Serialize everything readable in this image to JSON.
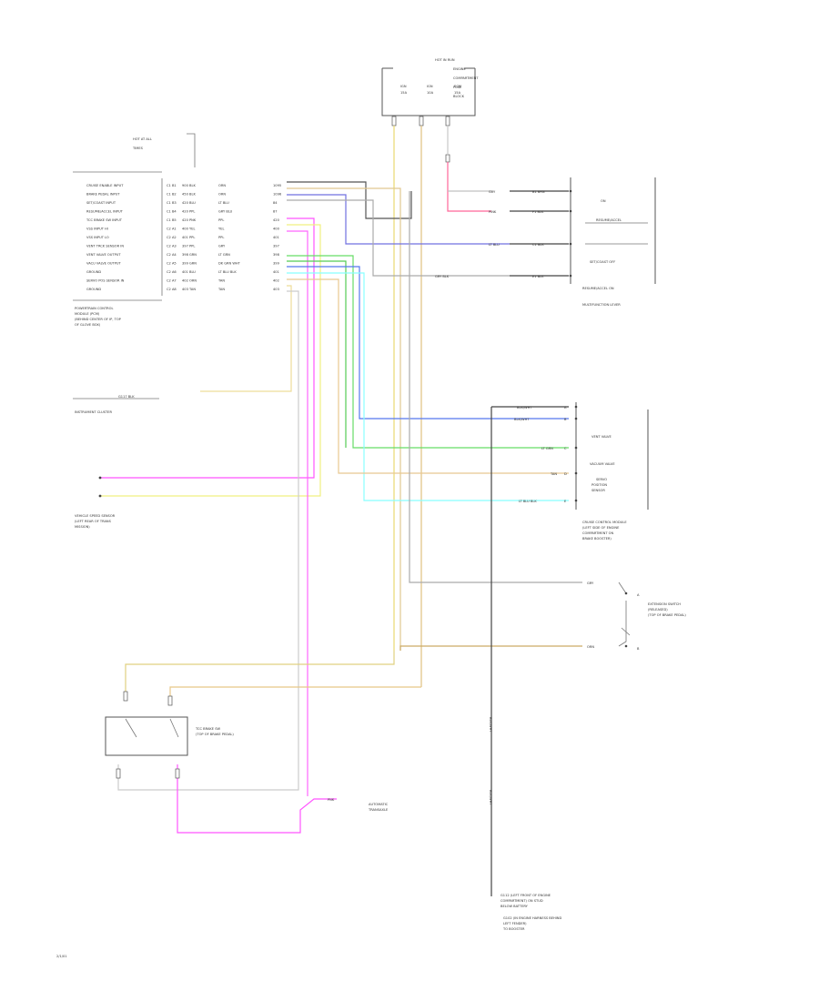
{
  "hot_in_run_box": {
    "heading": "HOT IN RUN",
    "lines": [
      "ENGINE",
      "COMPARTMENT",
      "FUSE",
      "BLOCK"
    ],
    "fuses": [
      {
        "label": "IGN",
        "rating": "15A"
      },
      {
        "label": "IGN",
        "rating": "10A"
      },
      {
        "label": "ECM",
        "rating": "15A"
      }
    ]
  },
  "hot_at_all_times": {
    "line1": "HOT AT ALL",
    "line2": "TIMES"
  },
  "pcm": {
    "pins": [
      {
        "name": "CRUISE ENABLE INPUT",
        "pin": "C1 B1",
        "code": "900 BLK",
        "wire": "ORN",
        "circuit": "1095"
      },
      {
        "name": "BRAKE PEDAL INPUT",
        "pin": "C1 B2",
        "code": "450 BLK",
        "wire": "ORN",
        "circuit": "1096"
      },
      {
        "name": "SET/COAST INPUT",
        "pin": "C1 B3",
        "code": "420 BLU",
        "wire": "LT BLU",
        "circuit": "84"
      },
      {
        "name": "RESUME/ACCEL INPUT",
        "pin": "C1 B4",
        "code": "420 PPL",
        "wire": "GRY BLU",
        "circuit": "87"
      },
      {
        "name": "TCC BRAKE SW INPUT",
        "pin": "C1 B5",
        "code": "420 PNK",
        "wire": "PPL",
        "circuit": "420"
      },
      {
        "name": "VSS INPUT HI",
        "pin": "C2 A1",
        "code": "400 YEL",
        "wire": "YEL",
        "circuit": "400"
      },
      {
        "name": "VSS INPUT LO",
        "pin": "C2 A2",
        "code": "401 PPL",
        "wire": "PPL",
        "circuit": "401"
      },
      {
        "name": "VENT TRCK SENSOR IN",
        "pin": "C2 A3",
        "code": "397 PPL",
        "wire": "GRY",
        "circuit": "397"
      },
      {
        "name": "VENT VALVE OUTPUT",
        "pin": "C2 A4",
        "code": "398 GRN",
        "wire": "LT GRN",
        "circuit": "398"
      },
      {
        "name": "VACU VALVE OUTPUT",
        "pin": "C2 A5",
        "code": "399 GRN",
        "wire": "DK GRN WHT",
        "circuit": "399"
      },
      {
        "name": "GROUND",
        "pin": "C2 A6",
        "code": "401 BLU",
        "wire": "LT BLU BLK",
        "circuit": "401"
      },
      {
        "name": "SERVO POS SENSOR IN",
        "pin": "C2 A7",
        "code": "402 ORN",
        "wire": "TAN",
        "circuit": "402"
      },
      {
        "name": "GROUND",
        "pin": "C2 A8",
        "code": "403 TAN",
        "wire": "TAN",
        "circuit": "403"
      }
    ],
    "caption": [
      "POWERTRAIN CONTROL",
      "MODULE (PCM)",
      "(BEHIND CENTER OF IP, TOP",
      "OF GLOVE BOX)"
    ]
  },
  "cruise_switch": {
    "wires": [
      {
        "color": "GRY",
        "term": "B1 BRN"
      },
      {
        "color": "PINK",
        "term": "F1 BLK"
      },
      {
        "color": "LT BLU",
        "term": "C1 BLK"
      },
      {
        "color": "GRY BLK",
        "term": "E1 BLK"
      }
    ],
    "labels": [
      "ON",
      "RESUME/ACCEL",
      "SET/COAST OFF"
    ],
    "caption1": "RESUME/ACCEL ON",
    "caption2": "MULTIFUNCTION LEVER"
  },
  "ground": {
    "label": "G117 BLK",
    "caption": "INSTRUMENT CLUSTER"
  },
  "vss": {
    "caption": [
      "VEHICLE SPEED SENSOR",
      "(LEFT REAR OF TRANS",
      "MISSION)"
    ]
  },
  "cruise_module": {
    "wires": [
      {
        "color": "BLK/WHT",
        "term": "A"
      },
      {
        "color": "BLK/WHT",
        "term": "B"
      },
      {
        "color": "LT GRN",
        "term": "C"
      },
      {
        "color": "TAN",
        "term": "D"
      },
      {
        "color": "LT BLU BLK",
        "term": "E"
      }
    ],
    "labels": [
      "VENT VALVE",
      "VACUUM VALVE",
      "SERVO",
      "POSITION",
      "SENSOR"
    ],
    "caption": [
      "CRUISE CONTROL MODULE",
      "(LEFT SIDE OF ENGINE",
      "COMPARTMENT ON",
      "BRAKE BOOSTER)"
    ]
  },
  "stop_switch": {
    "wires": [
      {
        "color": "GRY",
        "term": "A"
      },
      {
        "color": "ORN",
        "term": "B"
      }
    ],
    "caption": [
      "EXTENSION SWITCH",
      "(RELEASED)",
      "(TOP OF BRAKE PEDAL)"
    ]
  },
  "tcc_switch": {
    "caption": [
      "TCC BRAKE SW",
      "(TOP OF BRAKE PEDAL)"
    ]
  },
  "other": {
    "pink_label": "PNK",
    "tcc_caption": [
      "AUTOMATIC",
      "TRANSAXLE"
    ],
    "ground_left": "BLK/WHT",
    "ground_right": "BLK/WHT",
    "bottom_caption": [
      "G112 (LEFT FRONT OF ENGINE",
      "COMPARTMENT) ON STUD",
      "BELOW BATTERY"
    ],
    "bottom_caption2": [
      "G102 (IN ENGINE HARNESS BEHIND",
      "LEFT FENDER)",
      "TO BOOSTER"
    ],
    "page_mark": "2/1/01"
  }
}
